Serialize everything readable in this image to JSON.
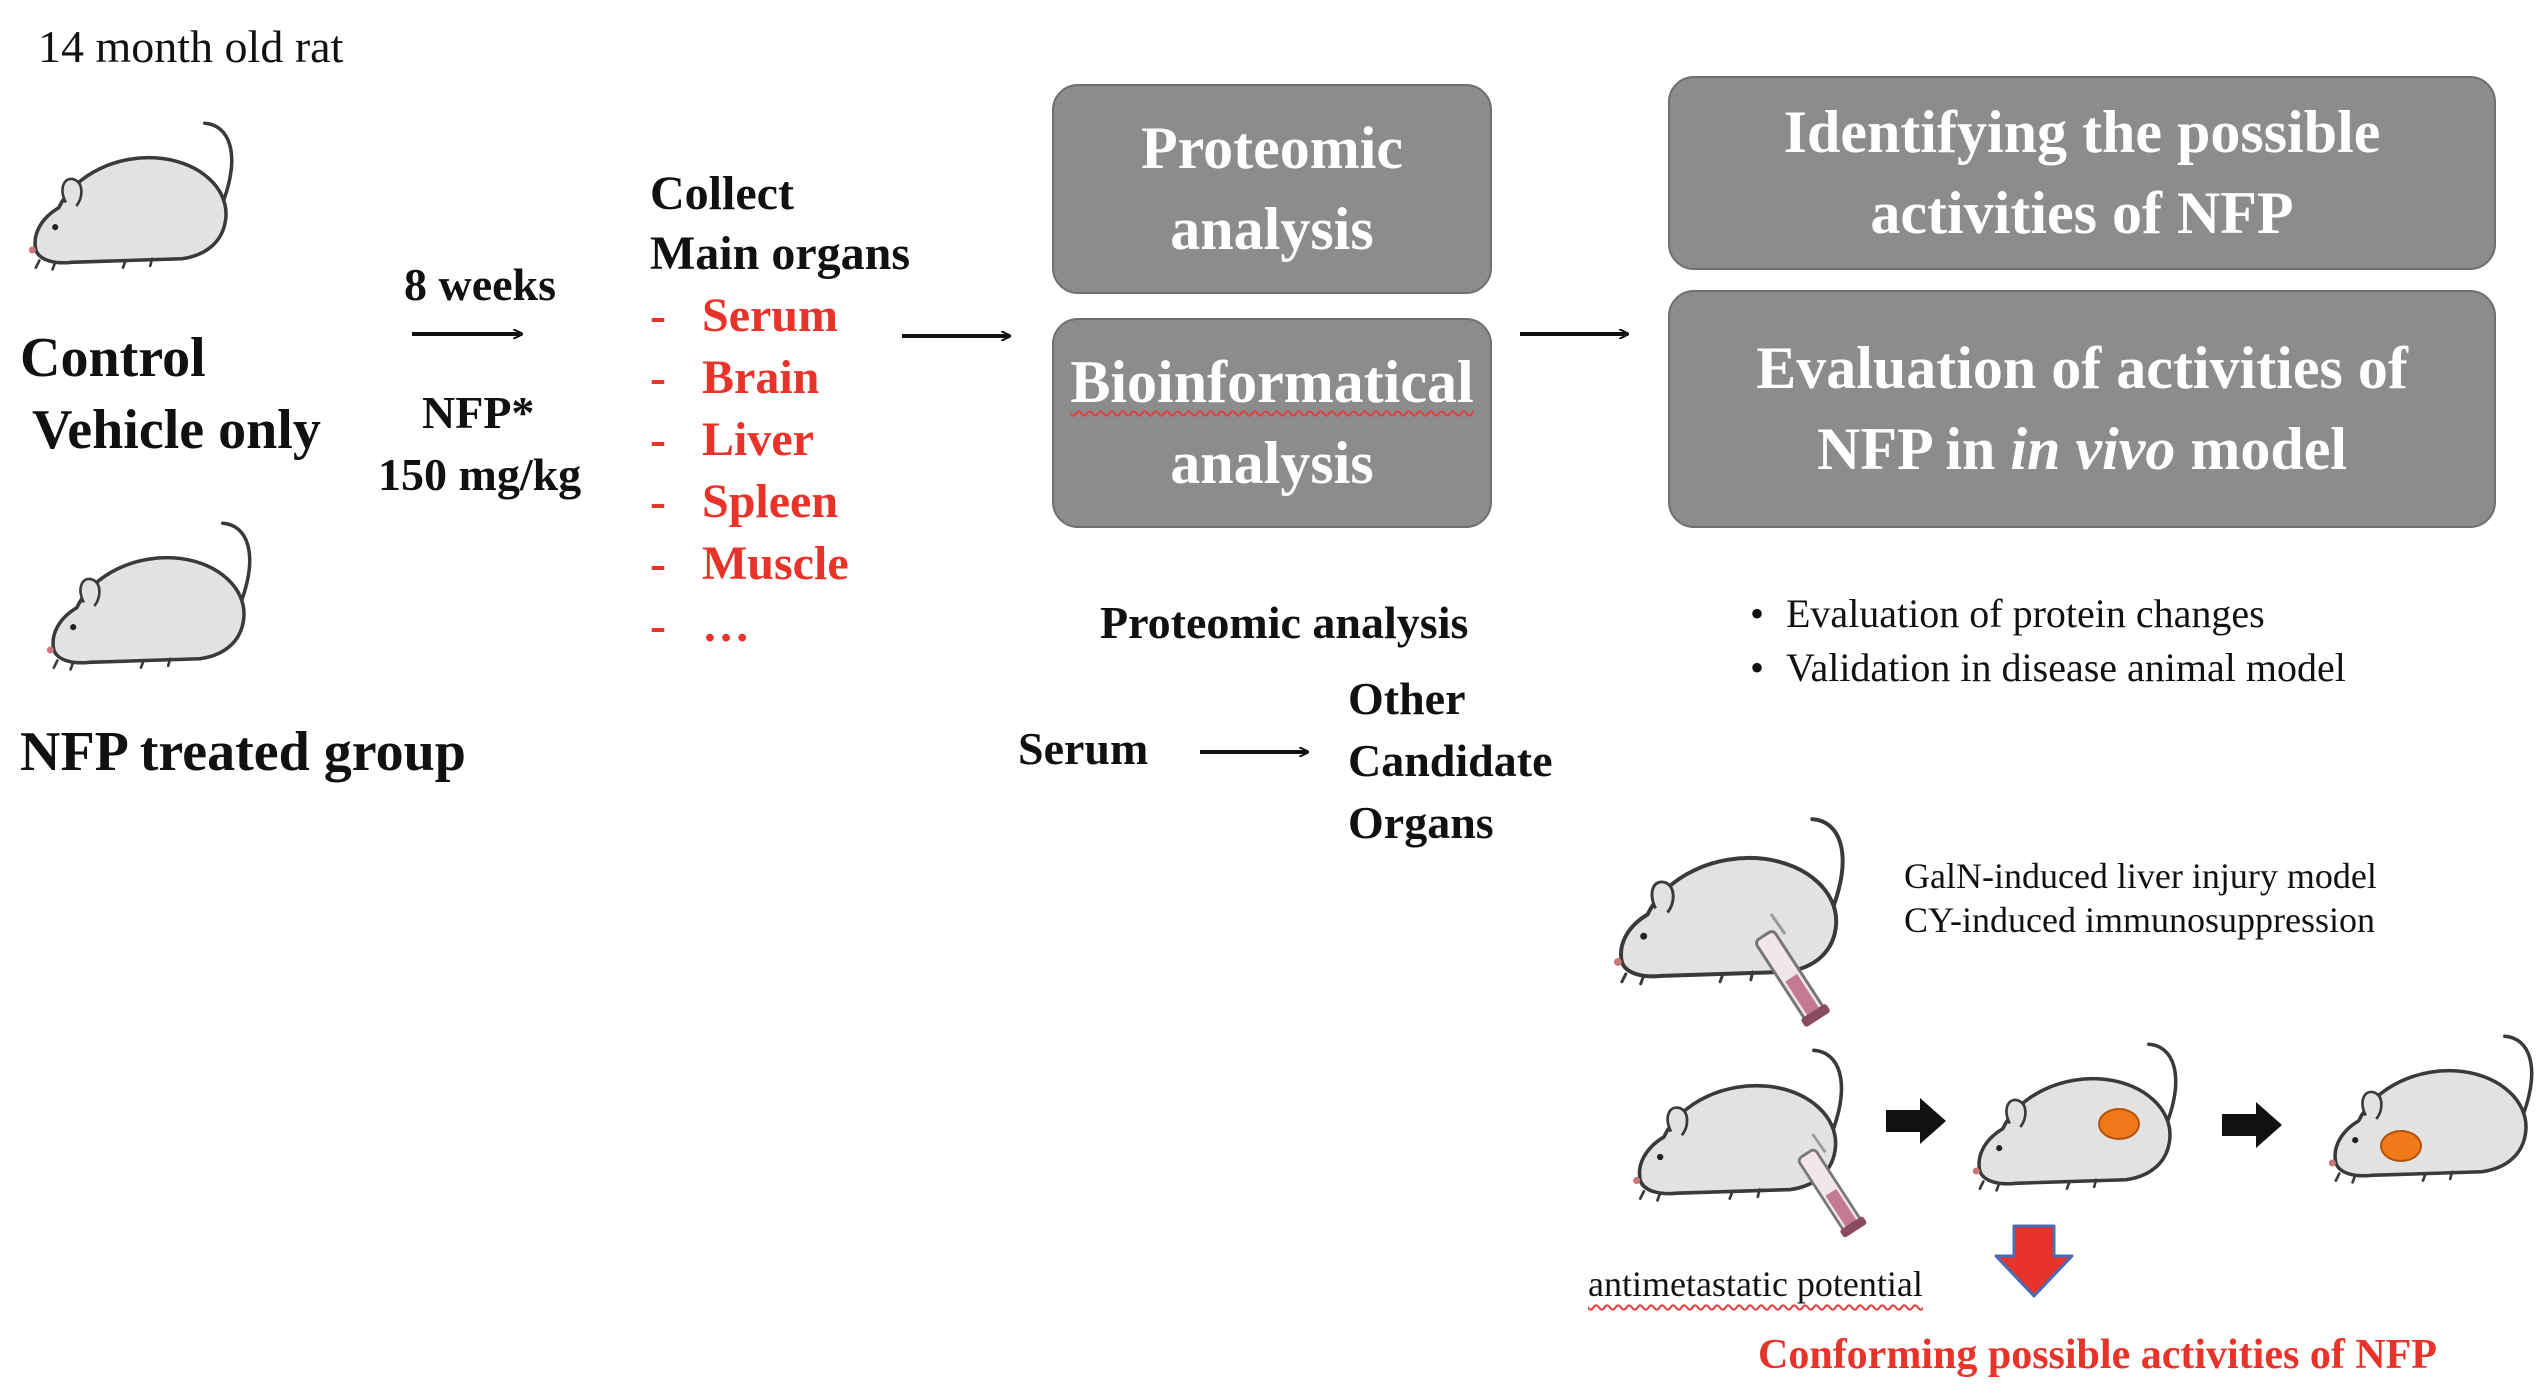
{
  "subject": "14 month old rat",
  "groups": {
    "control_line1": "Control",
    "control_line2": "Vehicle only",
    "treated": "NFP treated group"
  },
  "treatment": {
    "duration": "8 weeks",
    "drug": "NFP*",
    "dose": "150 mg/kg"
  },
  "collect": {
    "line1": "Collect",
    "line2": "Main organs",
    "organs": [
      "Serum",
      "Brain",
      "Liver",
      "Spleen",
      "Muscle",
      "…"
    ],
    "bullet": "-"
  },
  "analysis_boxes": {
    "proteomic_line1": "Proteomic",
    "proteomic_line2": "analysis",
    "bioinformatical_line1": "Bioinformatical",
    "bioinformatical_line2": "analysis"
  },
  "activity_boxes": {
    "identify_line1": "Identifying the possible",
    "identify_line2": "activities of NFP",
    "evaluation_line1": "Evaluation of activities of",
    "evaluation_line2_prefix": "NFP in ",
    "evaluation_line2_italic": "in vivo",
    "evaluation_line2_suffix": " model"
  },
  "proteomic_section": {
    "heading": "Proteomic analysis",
    "source": "Serum",
    "target_line1": "Other",
    "target_line2": "Candidate",
    "target_line3": "Organs"
  },
  "evaluation_bullets": [
    "Evaluation of protein changes",
    "Validation in disease animal model"
  ],
  "bullet_symbol": "•",
  "models": {
    "line1": "GalN-induced liver injury model",
    "line2": "CY-induced immunosuppression"
  },
  "metastasis_label": "antimetastatic potential",
  "conclusion": "Conforming possible activities of NFP",
  "colors": {
    "accent_red": "#e8332a",
    "box_gray": "#8c8c8c",
    "tumor_orange": "#f07a1a",
    "mouse_fill": "#e2e2e2"
  }
}
